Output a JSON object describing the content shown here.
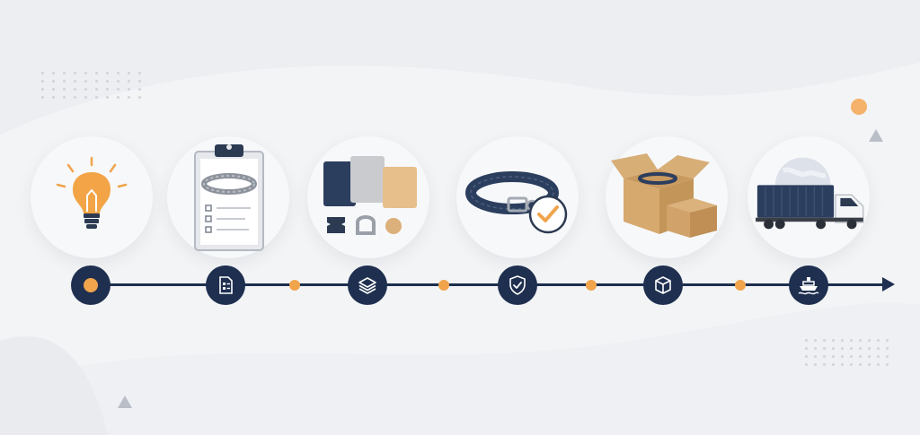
{
  "diagram": {
    "type": "process-timeline",
    "stages": [
      {
        "id": "idea",
        "icon": "lightbulb-icon",
        "node_icon": "dot-icon"
      },
      {
        "id": "design-spec",
        "icon": "clipboard-collar-icon",
        "node_icon": "document-checklist-icon"
      },
      {
        "id": "materials",
        "icon": "material-swatches-icon",
        "node_icon": "layers-icon"
      },
      {
        "id": "quality-control",
        "icon": "collar-checkmark-icon",
        "node_icon": "shield-check-icon"
      },
      {
        "id": "packaging",
        "icon": "cardboard-boxes-icon",
        "node_icon": "box-icon"
      },
      {
        "id": "shipping",
        "icon": "truck-globe-icon",
        "node_icon": "ship-icon"
      }
    ],
    "connectors": 5,
    "colors": {
      "navy": "#1e2f4f",
      "accent": "#f0a44c",
      "background": "#f3f4f6",
      "circle": "#f7f8fa"
    }
  }
}
